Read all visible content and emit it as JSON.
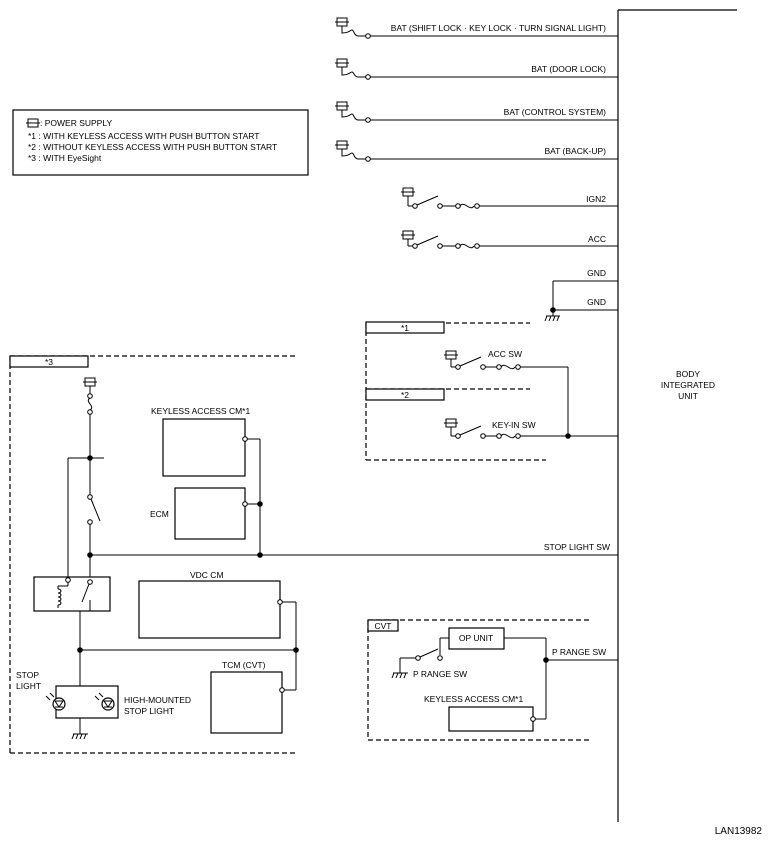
{
  "legend": {
    "power_supply": ": POWER SUPPLY",
    "note1": "*1 : WITH KEYLESS ACCESS WITH PUSH BUTTON START",
    "note2": "*2 : WITHOUT KEYLESS ACCESS WITH PUSH BUTTON START",
    "note3": "*3 : WITH EyeSight"
  },
  "bus_lines": {
    "bat_shift": "BAT (SHIFT LOCK · KEY LOCK · TURN SIGNAL LIGHT)",
    "bat_door": "BAT (DOOR LOCK)",
    "bat_control": "BAT (CONTROL SYSTEM)",
    "bat_backup": "BAT (BACK-UP)",
    "ign2": "IGN2",
    "acc": "ACC",
    "gnd1": "GND",
    "gnd2": "GND",
    "stop_light_sw": "STOP LIGHT SW",
    "p_range_sw": "P RANGE SW"
  },
  "unit": {
    "line1": "BODY",
    "line2": "INTEGRATED",
    "line3": "UNIT"
  },
  "groups": {
    "g1": "*1",
    "g2": "*2",
    "g3": "*3",
    "cvt": "CVT"
  },
  "components": {
    "acc_sw": "ACC SW",
    "keyin_sw": "KEY-IN SW",
    "keyless_cm": "KEYLESS ACCESS CM*1",
    "ecm": "ECM",
    "vdc_cm": "VDC CM",
    "tcm": "TCM (CVT)",
    "stop_light_1": "STOP",
    "stop_light_2": "LIGHT",
    "high_mounted_1": "HIGH-MOUNTED",
    "high_mounted_2": "STOP LIGHT",
    "op_unit": "OP UNIT",
    "p_range_sw_comp": "P RANGE SW",
    "keyless_cm_cvt": "KEYLESS ACCESS CM*1"
  },
  "figure_id": "LAN13982"
}
